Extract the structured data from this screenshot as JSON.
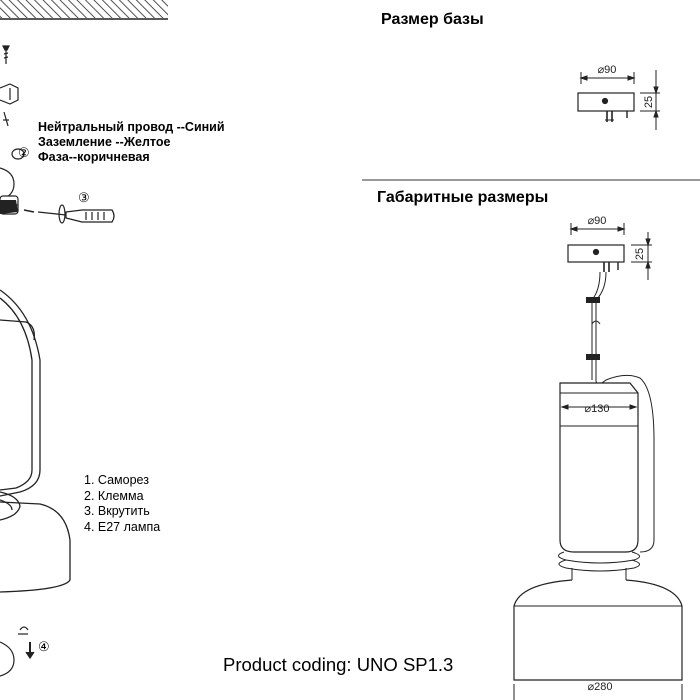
{
  "base_section": {
    "title": "Размер базы",
    "diameter_label": "⌀90",
    "height_label": "25"
  },
  "overall_section": {
    "title": "Габаритные размеры",
    "canopy_diameter_label": "⌀90",
    "canopy_height_label": "25",
    "shade_diameter_label": "⌀130",
    "base_diameter_label": "⌀280"
  },
  "wiring_notes": [
    "Нейтральный провод --Синий",
    "Заземление --Желтое",
    "Фаза--коричневая"
  ],
  "step_markers": [
    "②",
    "③",
    "④"
  ],
  "steps": [
    "1. Саморез",
    "2. Клемма",
    "3. Вкрутить",
    "4. E27 лампа"
  ],
  "product_coding": "Product coding: UNO SP1.3",
  "colors": {
    "line": "#222222",
    "fill_dark": "#2b2b2b",
    "background": "#ffffff"
  }
}
